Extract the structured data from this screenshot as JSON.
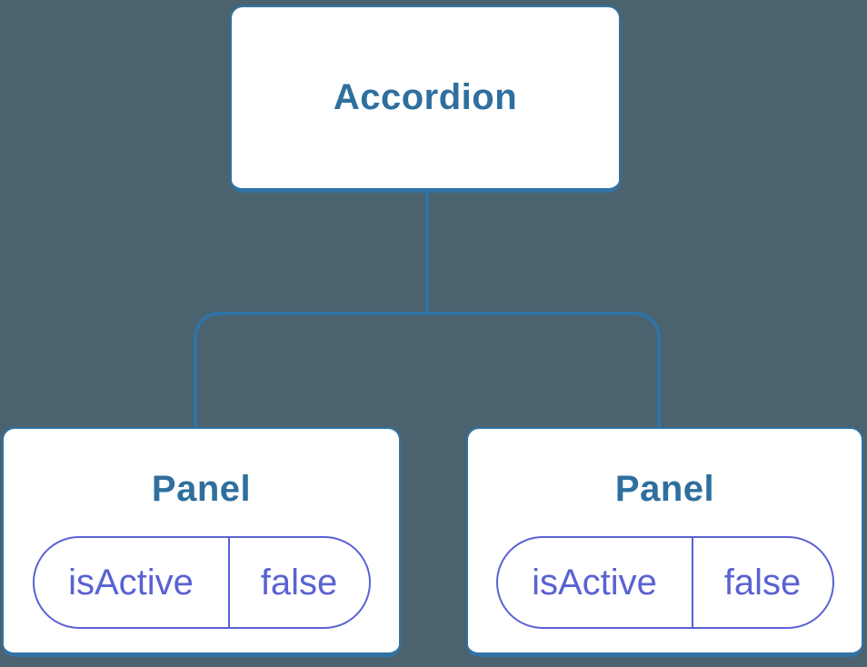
{
  "colors": {
    "background": "#4b636e",
    "node_border": "#3173a4",
    "node_title_text": "#2e6f9e",
    "state_accent": "#5a62d2",
    "node_fill": "#ffffff"
  },
  "tree": {
    "root": {
      "label": "Accordion"
    },
    "children": [
      {
        "label": "Panel",
        "state": {
          "name": "isActive",
          "value": "false"
        }
      },
      {
        "label": "Panel",
        "state": {
          "name": "isActive",
          "value": "false"
        }
      }
    ]
  }
}
